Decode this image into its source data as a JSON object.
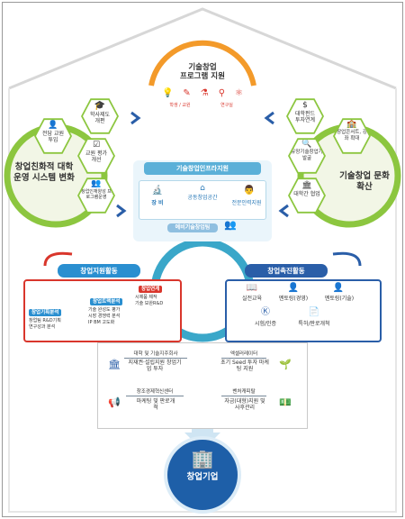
{
  "roof": {
    "title_line1": "기술창업",
    "title_line2": "프로그램 지원",
    "label_left": "학생 / 교원",
    "label_right": "연구실"
  },
  "left_hexes": {
    "item1": "학사제도 개편",
    "item2": "전담 교원 투입",
    "item3": "교원 평가 개선",
    "item4": "창업인재양성 프로그램운영",
    "title": "창업친화적 대학운영 시스템 변화"
  },
  "right_hexes": {
    "item1": "대학펀드 투자연계",
    "item2": "창업콘서트, 강좌 확대",
    "item3": "유망기술창업가 발굴",
    "item4": "대학간 협업",
    "title": "기술창업 문화확산"
  },
  "infra": {
    "title": "기술창업인프라지원",
    "equip": "장  비",
    "space": "공동창업공간",
    "staff": "전문인력지원",
    "prelim": "예비기술창업팀"
  },
  "support": {
    "title": "창업지원활동",
    "card1_title": "창업기획분석",
    "card1_items": [
      "창업팀 R&D기획",
      "연구성과 분석"
    ],
    "card2_title": "창업트랙분석",
    "card2_items": [
      "기술 완성도 평가",
      "시장 경쟁력 분석",
      "IP BM 고도화"
    ],
    "card3_title": "창업연계",
    "card3_items": [
      "시제품 제작",
      "기술 보완R&D"
    ]
  },
  "promo": {
    "title": "창업촉진활동",
    "items": [
      "실전교육",
      "멘토링(경영)",
      "멘토링(기술)",
      "시험/인증",
      "특허/판로개척"
    ]
  },
  "bottom": {
    "box1_title": "대학 및 기술지주회사",
    "box1_text": "지재권·설립지원 창업기업 투자",
    "box2_title": "엑셀러레이터",
    "box2_text": "초기 Seed 투자 마케팅 지원",
    "box3_title": "창조경제혁신센터",
    "box3_text": "마케팅 및 판로개척",
    "box4_title": "벤처캐피탈",
    "box4_text": "자금(대형)지원 및 사후관리"
  },
  "result": {
    "label": "창업기업"
  },
  "colors": {
    "green": "#8cc63f",
    "blue": "#2a7ab8",
    "red": "#d9362c",
    "teal": "#3aa7c9"
  }
}
